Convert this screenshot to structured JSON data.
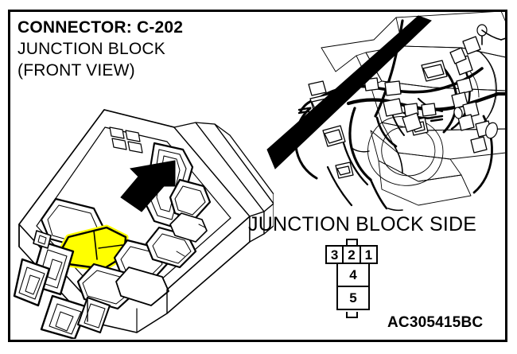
{
  "figure": {
    "part_number": "AC305415BC",
    "frame_color": "#000000",
    "background_color": "#ffffff",
    "highlight_color": "#FFFF00",
    "line_color": "#000000"
  },
  "title": {
    "line1": "CONNECTOR: C-202",
    "line2": "JUNCTION BLOCK",
    "line3": "(FRONT VIEW)"
  },
  "labels": {
    "junction_block_side": "JUNCTION BLOCK SIDE"
  },
  "connector": {
    "name": "C-202",
    "component": "JUNCTION BLOCK",
    "view": "FRONT VIEW",
    "side": "JUNCTION BLOCK SIDE",
    "terminal_count": 5,
    "rows": [
      {
        "cells": [
          "3",
          "2",
          "1"
        ]
      },
      {
        "cells": [
          "4"
        ]
      },
      {
        "cells": [
          "5"
        ]
      }
    ],
    "pins": [
      "1",
      "2",
      "3",
      "4",
      "5"
    ]
  },
  "illustrations": {
    "junction_block": {
      "name": "junction-block-front-view",
      "highlighted_connector_color": "#FFFF00",
      "pointer": "black-arrow"
    },
    "harness": {
      "name": "instrument-panel-wiring-harness",
      "leader": "black-tapered-wedge"
    }
  }
}
